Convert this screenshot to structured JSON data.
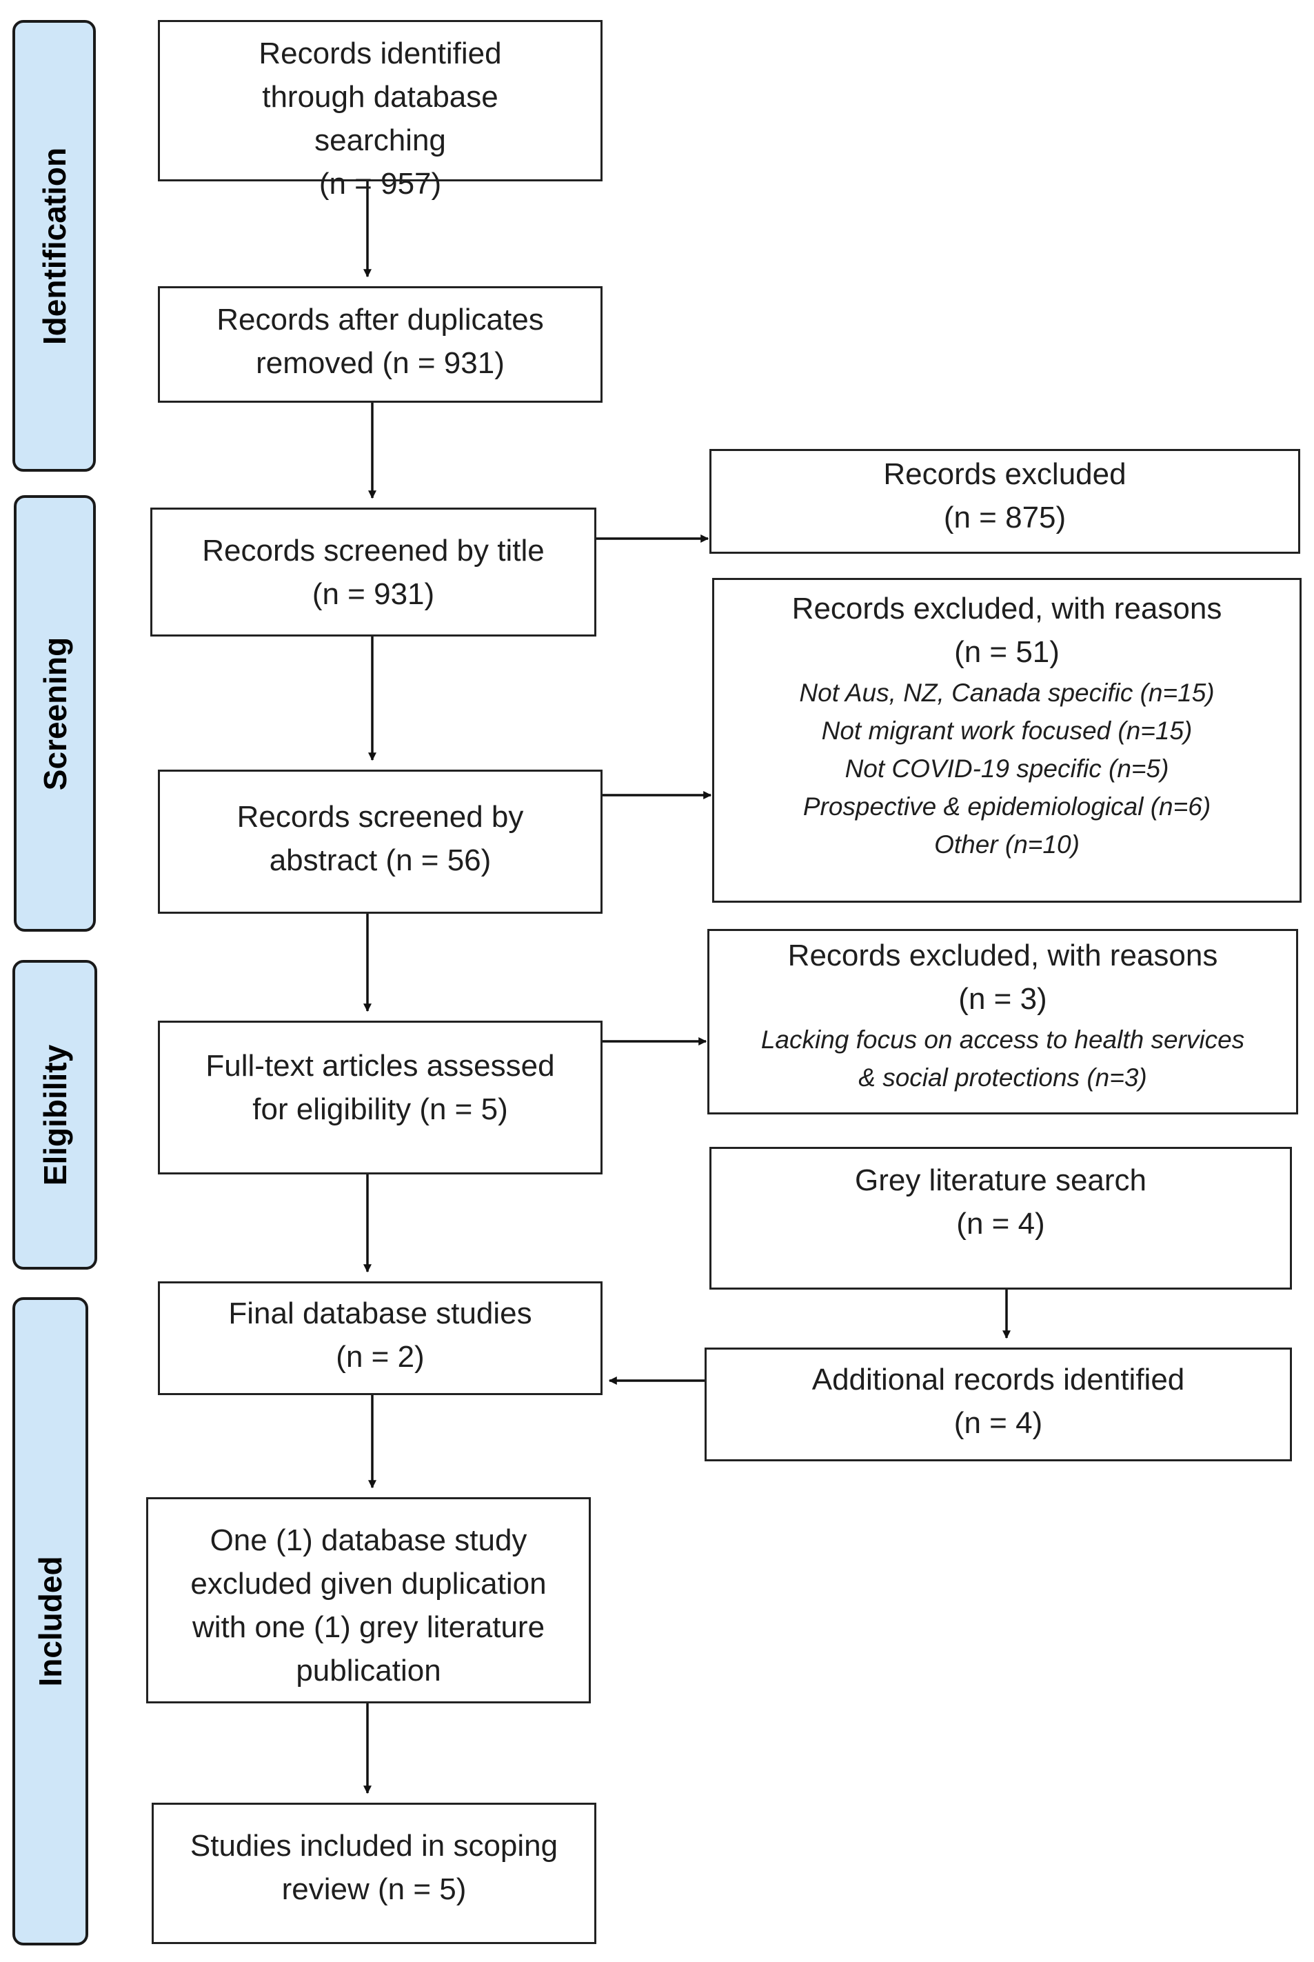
{
  "phases": {
    "identification": "Identification",
    "screening": "Screening",
    "eligibility": "Eligibility",
    "included": "Included"
  },
  "boxes": {
    "records_identified": {
      "title": "Records identified through database searching",
      "count": "(n = 957)"
    },
    "after_duplicates": {
      "title": "Records after duplicates removed (n = 931)"
    },
    "screened_title": {
      "title": "Records screened by title",
      "count": "(n = 931)"
    },
    "excluded_title": {
      "title": "Records excluded",
      "count": "(n = 875)"
    },
    "screened_abstract": {
      "title": "Records screened by abstract (n = 56)"
    },
    "excluded_abstract": {
      "title": "Records excluded, with reasons",
      "count": "(n = 51)",
      "reasons": [
        "Not Aus, NZ, Canada specific (n=15)",
        "Not migrant work focused (n=15)",
        "Not COVID-19 specific (n=5)",
        "Prospective & epidemiological (n=6)",
        "Other (n=10)"
      ]
    },
    "full_text": {
      "title": "Full-text articles assessed for eligibility (n = 5)"
    },
    "excluded_fulltext": {
      "title": "Records excluded, with reasons",
      "count": "(n = 3)",
      "reasons": [
        "Lacking focus on access to health services",
        "& social protections (n=3)"
      ]
    },
    "grey_search": {
      "title": "Grey literature search",
      "count": "(n = 4)"
    },
    "final_database": {
      "title": "Final database studies",
      "count": "(n = 2)"
    },
    "additional_records": {
      "title": "Additional records identified",
      "count": "(n = 4)"
    },
    "duplication_note": {
      "title": "One (1) database study excluded given duplication with one (1) grey literature publication"
    },
    "studies_included": {
      "title": "Studies included in scoping review (n = 5)"
    }
  },
  "colors": {
    "phase_fill": "#cfe6f8",
    "phase_border": "#1a1a1a",
    "box_border": "#222222",
    "arrow": "#111111",
    "text": "#1e1e1e"
  }
}
